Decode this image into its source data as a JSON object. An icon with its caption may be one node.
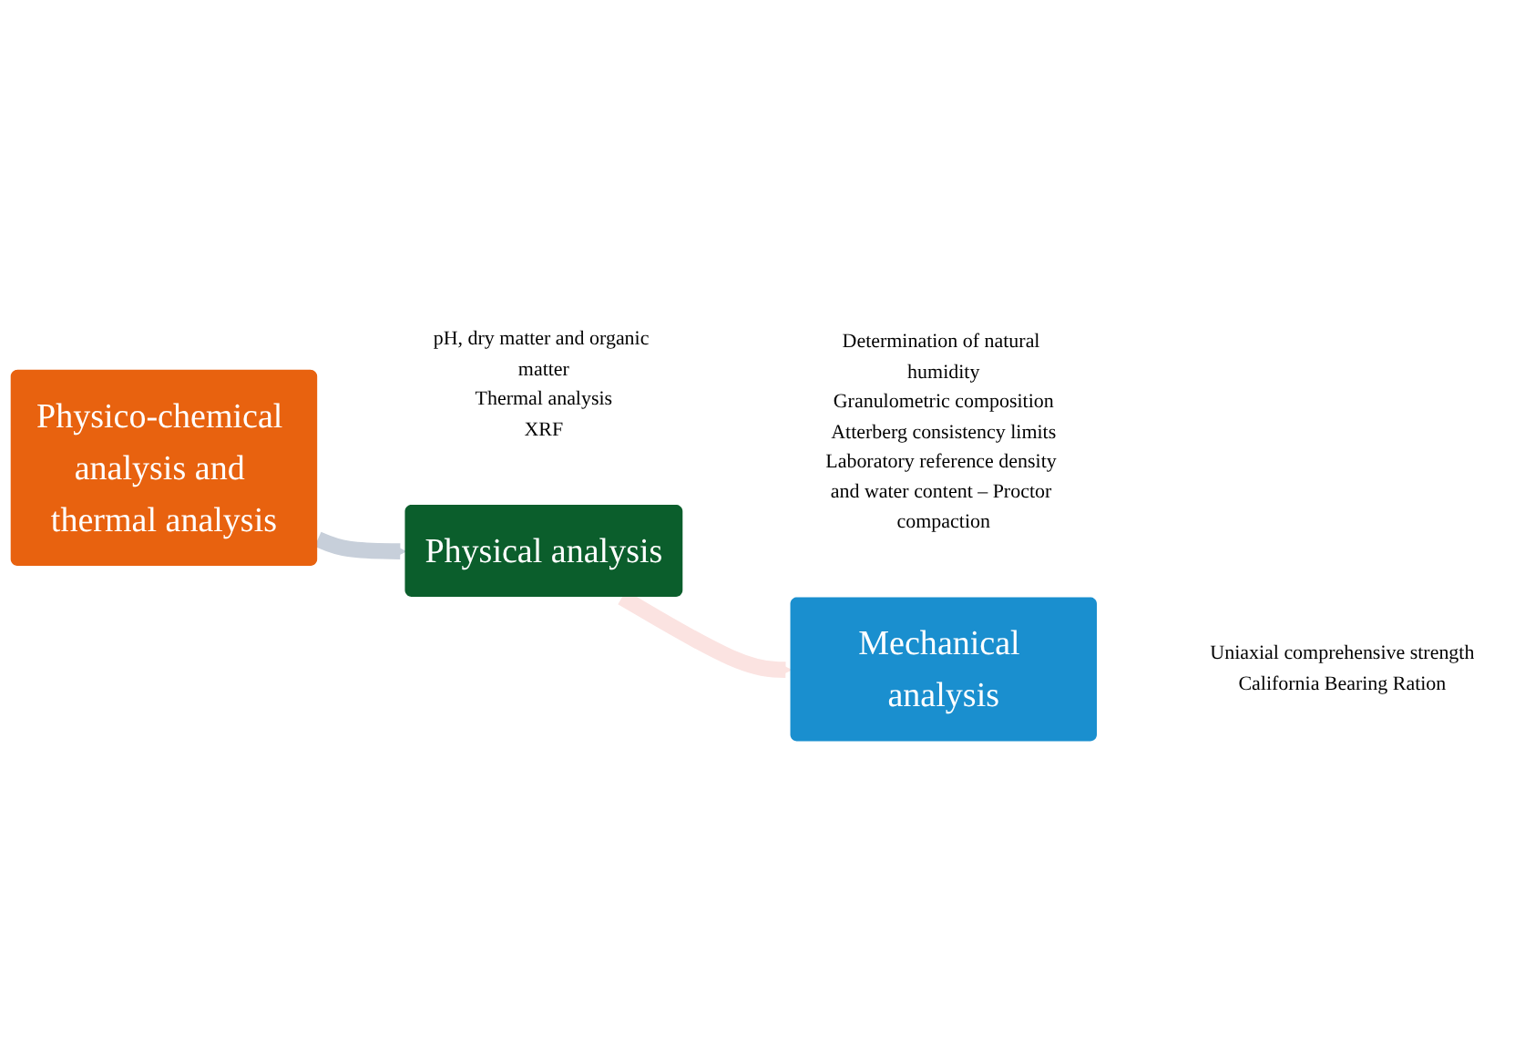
{
  "diagram": {
    "nodes": [
      {
        "text": [
          "Physico-chemical analysis and thermal analysis"
        ],
        "beside": [
          "pH, dry matter and organic matter",
          "Thermal analysis",
          "XRF"
        ]
      },
      {
        "text": [
          "Physical analysis"
        ],
        "beside": [
          "Determination of natural humidity",
          "Granulometric composition",
          "Atterberg consistency limits",
          "Laboratory reference density and water content – Proctor compaction"
        ]
      },
      {
        "text": [
          "Mechanical analysis"
        ],
        "beside": [
          "Uniaxial comprehensive strength",
          "California Bearing Ration"
        ]
      }
    ],
    "edges": [
      {
        "from": 0,
        "to": 1,
        "arrow": "to",
        "color": "#c7cfda"
      },
      {
        "from": 1,
        "to": 2,
        "arrow": "to",
        "color": "#fbe3e1"
      }
    ]
  }
}
